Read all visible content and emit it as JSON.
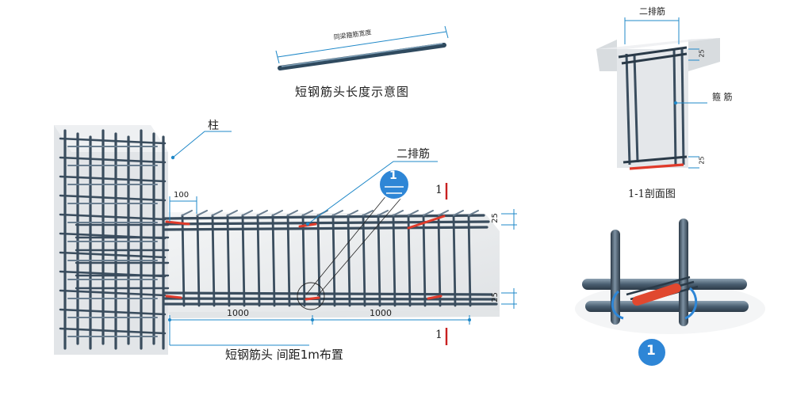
{
  "top_bar": {
    "dimension_label": "同梁箍筋宽度",
    "caption": "短钢筋头长度示意图"
  },
  "main_view": {
    "column_label": "柱",
    "second_row_label": "二排筋",
    "callout_marker": "1",
    "dim_100": "100",
    "dim_1000_left": "1000",
    "dim_1000_right": "1000",
    "dim_25_top": "25",
    "dim_25_bottom": "25",
    "section_mark": "1",
    "caption": "短钢筋头  间距1m布置"
  },
  "section_view": {
    "second_row_label": "二排筋",
    "stirrup_label": "箍 筋",
    "dim_25_top": "25",
    "dim_25_bottom": "25",
    "caption": "1-1剖面图"
  },
  "detail_view": {
    "marker": "1"
  },
  "colors": {
    "rebar": "#3a4d5e",
    "rebar_light": "#6a7e90",
    "concrete": "#e3e6e8",
    "short_bar": "#e03a2a",
    "annotation": "#1f88c8",
    "stirrup_blue": "#2e86d6"
  }
}
